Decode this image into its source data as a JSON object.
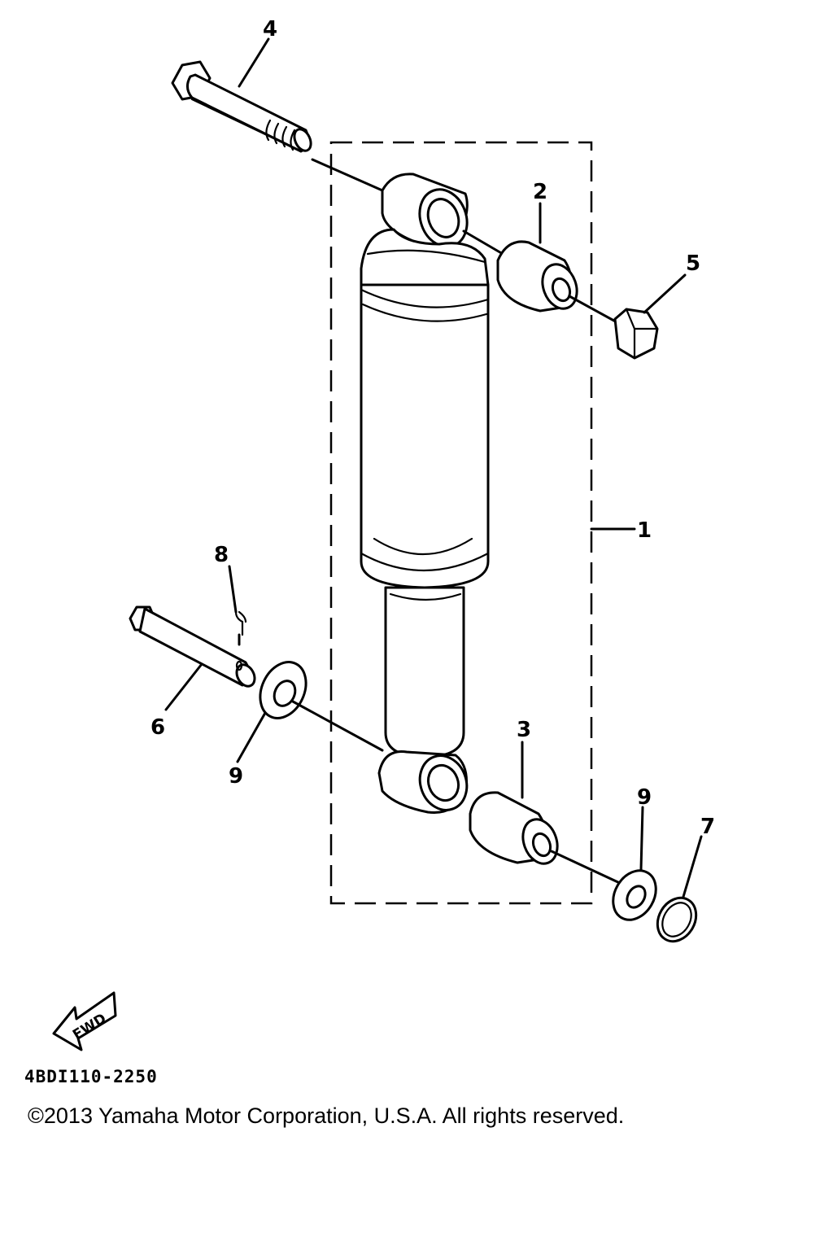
{
  "callouts": {
    "c1": "1",
    "c2": "2",
    "c3": "3",
    "c4": "4",
    "c5": "5",
    "c6": "6",
    "c7": "7",
    "c8": "8",
    "c9a": "9",
    "c9b": "9"
  },
  "direction_indicator": {
    "label": "FWD"
  },
  "part_code": "4BDI110-2250",
  "copyright": "©2013 Yamaha Motor Corporation, U.S.A. All rights reserved."
}
